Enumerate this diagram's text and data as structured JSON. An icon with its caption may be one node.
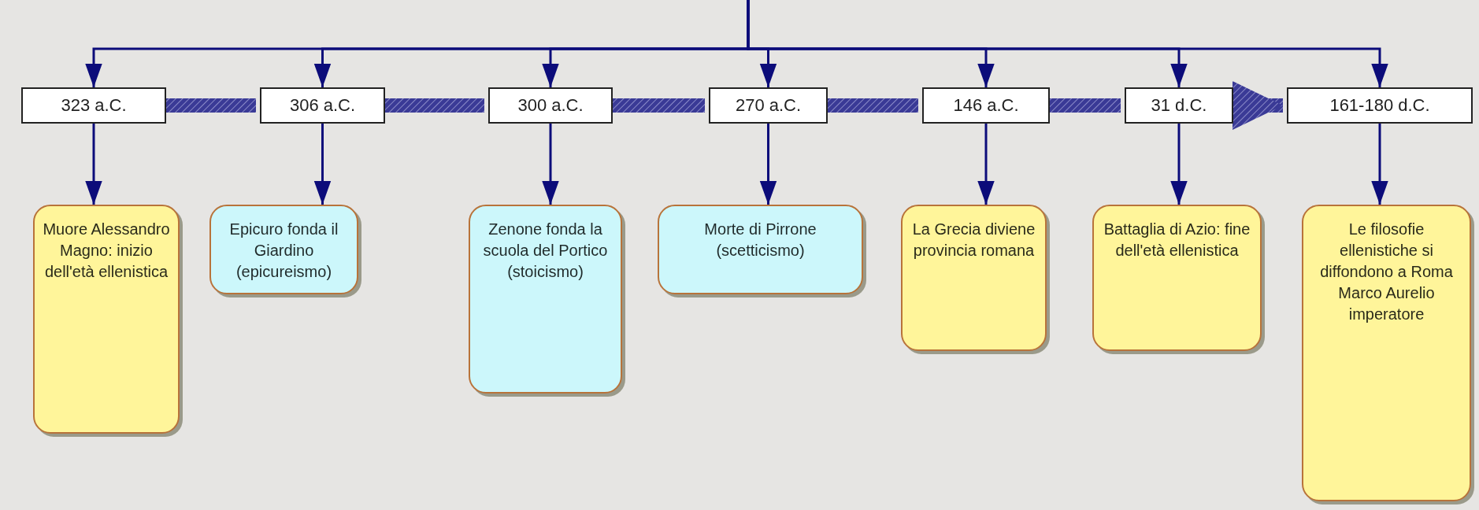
{
  "diagram": {
    "nodes": [
      {
        "text": [
          "323 a.C."
        ]
      },
      {
        "text": [
          "306 a.C."
        ]
      },
      {
        "text": [
          "300 a.C."
        ]
      },
      {
        "text": [
          "270 a.C."
        ]
      },
      {
        "text": [
          "146 a.C."
        ]
      },
      {
        "text": [
          "31 d.C."
        ]
      },
      {
        "text": [
          "161-180 d.C."
        ]
      },
      {
        "text": [
          "Muore Alessandro Magno: inizio dell'età ellenistica"
        ]
      },
      {
        "text": [
          "Epicuro fonda il Giardino (epicureismo)"
        ]
      },
      {
        "text": [
          "Zenone fonda la scuola del Portico (stoicismo)"
        ]
      },
      {
        "text": [
          "Morte di Pirrone (scetticismo)"
        ]
      },
      {
        "text": [
          "La Grecia diviene provincia romana"
        ]
      },
      {
        "text": [
          "Battaglia di Azio: fine dell'età ellenistica"
        ]
      },
      {
        "text": [
          "Le filosofie ellenistiche si diffondono a Roma Marco Aurelio imperatore"
        ]
      }
    ],
    "edges": [
      {
        "from": null,
        "to": 0,
        "arrow": "to"
      },
      {
        "from": null,
        "to": 1,
        "arrow": "to"
      },
      {
        "from": null,
        "to": 2,
        "arrow": "to"
      },
      {
        "from": null,
        "to": 3,
        "arrow": "to"
      },
      {
        "from": null,
        "to": 4,
        "arrow": "to"
      },
      {
        "from": null,
        "to": 5,
        "arrow": "to"
      },
      {
        "from": null,
        "to": 6,
        "arrow": "to"
      },
      {
        "from": 0,
        "to": 1,
        "arrow": "none",
        "style": "thick"
      },
      {
        "from": 1,
        "to": 2,
        "arrow": "none",
        "style": "thick"
      },
      {
        "from": 2,
        "to": 3,
        "arrow": "none",
        "style": "thick"
      },
      {
        "from": 3,
        "to": 4,
        "arrow": "none",
        "style": "thick"
      },
      {
        "from": 4,
        "to": 5,
        "arrow": "none",
        "style": "thick"
      },
      {
        "from": 5,
        "to": 6,
        "arrow": "to",
        "style": "thick"
      },
      {
        "from": 0,
        "to": 7,
        "arrow": "to"
      },
      {
        "from": 1,
        "to": 8,
        "arrow": "to"
      },
      {
        "from": 2,
        "to": 9,
        "arrow": "to"
      },
      {
        "from": 3,
        "to": 10,
        "arrow": "to"
      },
      {
        "from": 4,
        "to": 11,
        "arrow": "to"
      },
      {
        "from": 5,
        "to": 12,
        "arrow": "to"
      },
      {
        "from": 6,
        "to": 13,
        "arrow": "to"
      }
    ]
  }
}
